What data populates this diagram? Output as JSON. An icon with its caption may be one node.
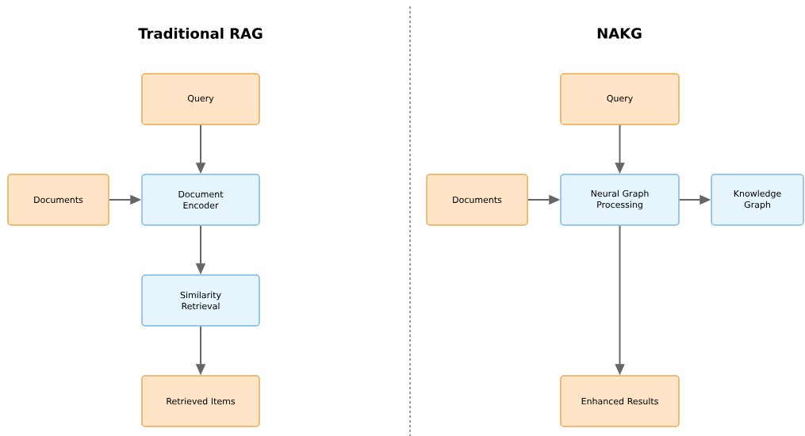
{
  "diagram": {
    "nodes": [
      {
        "text": [
          "Query"
        ]
      },
      {
        "text": [
          "Documents"
        ]
      },
      {
        "text": [
          "Document Encoder"
        ]
      },
      {
        "text": [
          "Similarity Retrieval"
        ]
      },
      {
        "text": [
          "Retrieved Items"
        ]
      },
      {
        "text": [
          "Query"
        ]
      },
      {
        "text": [
          "Documents"
        ]
      },
      {
        "text": [
          "Neural Graph Processing"
        ]
      },
      {
        "text": [
          "Knowledge Graph"
        ]
      },
      {
        "text": [
          "Enhanced Results"
        ]
      }
    ],
    "edges": [
      {
        "from": 0,
        "to": 2,
        "arrow": "to"
      },
      {
        "from": 1,
        "to": 2,
        "arrow": "to"
      },
      {
        "from": 2,
        "to": 3,
        "arrow": "to"
      },
      {
        "from": 3,
        "to": 4,
        "arrow": "to"
      },
      {
        "from": 5,
        "to": 7,
        "arrow": "to"
      },
      {
        "from": 6,
        "to": 7,
        "arrow": "to"
      },
      {
        "from": 7,
        "to": 8,
        "arrow": "to"
      },
      {
        "from": 7,
        "to": 9,
        "arrow": "to"
      }
    ],
    "labels": [
      "Traditional RAG",
      "NAKG"
    ]
  }
}
